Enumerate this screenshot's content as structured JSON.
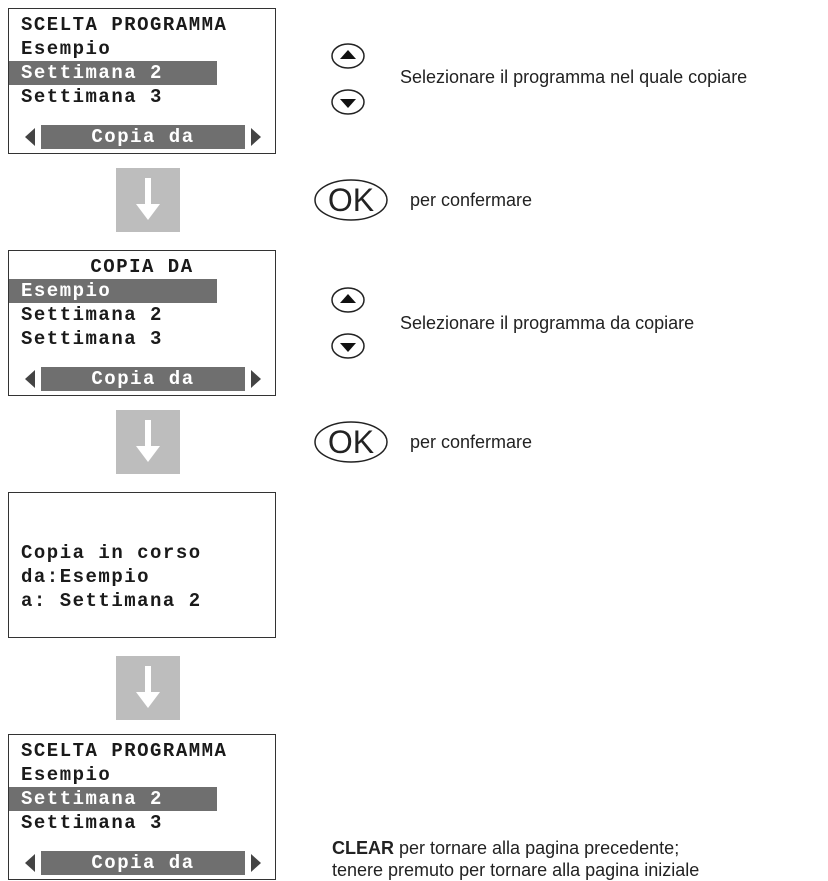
{
  "screen1": {
    "lines": [
      "SCELTA PROGRAMMA",
      "Esempio",
      "Settimana 2",
      "Settimana 3"
    ],
    "selected_index": 2,
    "softkey": "Copia da"
  },
  "screen2": {
    "title": "COPIA DA",
    "lines": [
      "Esempio",
      "Settimana 2",
      "Settimana 3"
    ],
    "selected_index": 0,
    "softkey": "Copia da"
  },
  "screen3": {
    "lines": [
      "Copia in corso",
      "da:Esempio",
      "a: Settimana 2"
    ]
  },
  "screen4": {
    "lines": [
      "SCELTA PROGRAMMA",
      "Esempio",
      "Settimana 2",
      "Settimana 3"
    ],
    "selected_index": 2,
    "softkey": "Copia da"
  },
  "captions": {
    "select_target": "Selezionare il programma nel quale copiare",
    "confirm": "per confermare",
    "select_source": "Selezionare il programma da copiare",
    "confirm_2": "per confermare",
    "clear_bold": "CLEAR",
    "clear_rest": " per tornare alla pagina precedente;",
    "clear_line2": "tenere premuto per tornare alla pagina iniziale"
  },
  "buttons": {
    "ok_label": "OK"
  },
  "colors": {
    "highlight": "#6f6f6f",
    "arrow_block": "#bdbdbd"
  }
}
